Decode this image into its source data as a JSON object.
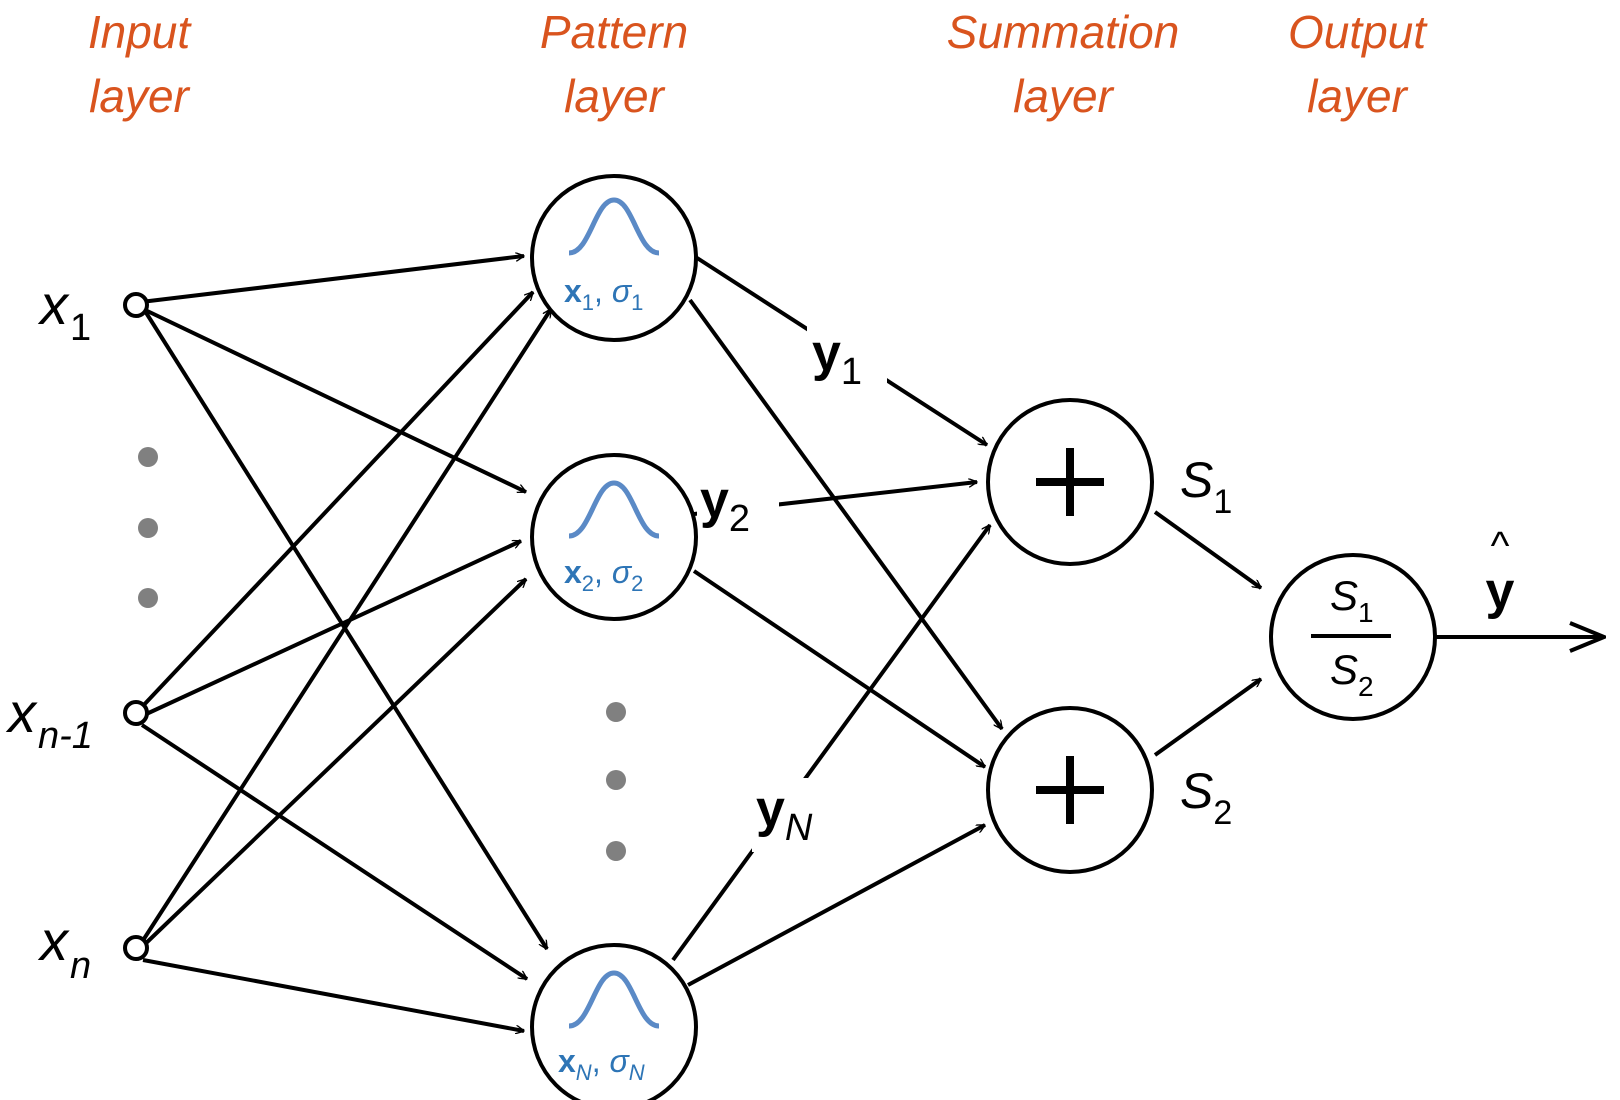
{
  "colors": {
    "layer_title": "#d9541e",
    "node_param": "#2e75b6",
    "gaussian": "#5b8ac6",
    "ellipsis_dot": "#808080",
    "line": "#000000"
  },
  "layers": {
    "input": {
      "line1": "Input",
      "line2": "layer"
    },
    "pattern": {
      "line1": "Pattern",
      "line2": "layer"
    },
    "summation": {
      "line1": "Summation",
      "line2": "layer"
    },
    "output": {
      "line1": "Output",
      "line2": "layer"
    }
  },
  "inputs": [
    {
      "var": "x",
      "sub": "1",
      "sub_italic": false
    },
    {
      "var": "x",
      "sub": "n-1",
      "sub_italic": true
    },
    {
      "var": "x",
      "sub": "n",
      "sub_italic": true
    }
  ],
  "pattern_nodes": [
    {
      "bold": "x",
      "sub_a": "1",
      "sigma": "σ",
      "sub_b": "1",
      "italic_sub": false
    },
    {
      "bold": "x",
      "sub_a": "2",
      "sigma": "σ",
      "sub_b": "2",
      "italic_sub": false
    },
    {
      "bold": "x",
      "sub_a": "N",
      "sigma": "σ",
      "sub_b": "N",
      "italic_sub": true
    }
  ],
  "pattern_outputs": [
    {
      "var": "y",
      "sub": "1"
    },
    {
      "var": "y",
      "sub": "2"
    },
    {
      "var": "y",
      "sub": "N"
    }
  ],
  "summation": {
    "symbol": "+",
    "labels": [
      {
        "var": "S",
        "sub": "1"
      },
      {
        "var": "S",
        "sub": "2"
      }
    ]
  },
  "output_node": {
    "num": "S",
    "num_sub": "1",
    "den": "S",
    "den_sub": "2"
  },
  "final_output": {
    "var": "y",
    "hat": "^"
  }
}
